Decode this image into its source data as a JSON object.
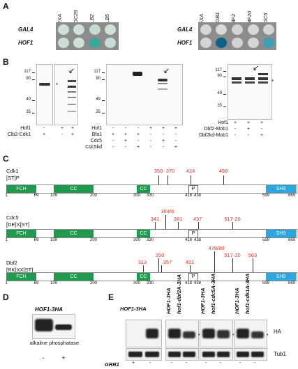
{
  "panelA": {
    "letter": "A",
    "left_cols": [
      "LEXA",
      "CDC28",
      "CLB2",
      "CLB5"
    ],
    "right_cols": [
      "LEXA",
      "MOB1",
      "DBF2",
      "DBF20",
      "CDC5"
    ],
    "rows": [
      "GAL4",
      "HOF1"
    ]
  },
  "panelB": {
    "letter": "B",
    "markers1": [
      "117",
      "90",
      "49",
      "35"
    ],
    "markers2": [
      "117",
      "90",
      "49",
      "35"
    ],
    "markers3": [
      "117",
      "90",
      "49",
      "35"
    ],
    "blot1_rows": [
      {
        "label": "Hof1",
        "vals": [
          "-",
          "+",
          "+"
        ]
      },
      {
        "label": "Clb2-Cdk1",
        "vals": [
          "+",
          "-",
          "+"
        ]
      }
    ],
    "blot2_rows": [
      {
        "label": "Hof1",
        "vals": [
          "-",
          "-",
          "-",
          "+",
          "+",
          "+"
        ]
      },
      {
        "label": "Bfa1",
        "vals": [
          "+",
          "+",
          "+",
          "-",
          "-",
          "-"
        ]
      },
      {
        "label": "Cdc5",
        "vals": [
          "-",
          "+",
          "-",
          "-",
          "+",
          "-"
        ]
      },
      {
        "label": "Cdc5kd",
        "vals": [
          "-",
          "-",
          "+",
          "-",
          "-",
          "+"
        ]
      }
    ],
    "blot3_rows": [
      {
        "label": "Hof1",
        "vals": [
          "+",
          "+",
          "+"
        ]
      },
      {
        "label": "Dbf2-Mob1",
        "vals": [
          "-",
          "+",
          "-"
        ]
      },
      {
        "label": "Dbf2kd-Mob1",
        "vals": [
          "-",
          "-",
          "+"
        ]
      }
    ],
    "star": "*",
    "arrow": "↙"
  },
  "panelC": {
    "letter": "C",
    "maps": [
      {
        "protein": "Cdk1",
        "motif": "[ST]P",
        "sites": [
          "350",
          "370",
          "424",
          "498"
        ]
      },
      {
        "protein": "Cdc5",
        "motif": "[DE]X[ST]",
        "sites": [
          "341",
          "364/6",
          "381",
          "437",
          "517-20"
        ]
      },
      {
        "protein": "Dbf2",
        "motif": "[RK]XX[ST]",
        "sites": [
          "313",
          "350",
          "357",
          "421",
          "478/80",
          "517-20",
          "563"
        ]
      }
    ],
    "domains": {
      "fch": "FCH",
      "cc1": "CC",
      "cc2": "CC",
      "p": "P",
      "sh3": "SH3"
    },
    "positions": [
      "1",
      "69",
      "109",
      "200",
      "300",
      "330",
      "418",
      "438",
      "599",
      "669"
    ],
    "colors": {
      "green": "#1f9a4e",
      "blue": "#2aa6e0",
      "site": "#e0302a"
    }
  },
  "panelD": {
    "letter": "D",
    "title": "HOF1-3HA",
    "treatment": "alkaline phosphatase",
    "vals": [
      "-",
      "+"
    ]
  },
  "panelE": {
    "letter": "E",
    "cols": [
      "HOF1-3HA",
      "HOF1-3HA",
      "hof1-dbf2A-3HA",
      "HOF1-3HA",
      "hof1-cdc5A-3HA",
      "HOF1-3HA",
      "hof1-cdk1A-3HA"
    ],
    "row_labels": [
      "HA",
      "Tub1"
    ],
    "grr1_label": "GRR1",
    "grr1_vals": [
      "+",
      "-",
      "-",
      "-",
      "-",
      "-",
      "-",
      "-"
    ]
  }
}
